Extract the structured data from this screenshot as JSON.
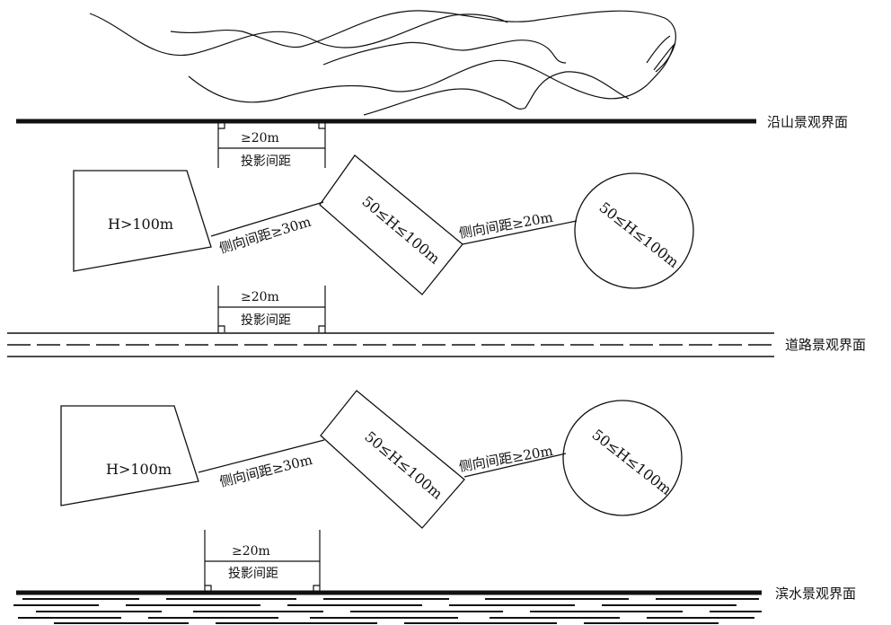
{
  "boundaries": {
    "mountain": "沿山景观界面",
    "road": "道路景观界面",
    "water": "滨水景观界面"
  },
  "setback": {
    "min": "≥20m",
    "label": "投影间距"
  },
  "buildings": {
    "tall": "H>100m",
    "mid": "50≤H≤100m",
    "oval": "50≤H≤100m"
  },
  "spacing": {
    "first": "侧向间距≥30m",
    "second": "侧向间距≥20m"
  },
  "colors": {
    "line": "#111111",
    "background": "#ffffff"
  }
}
